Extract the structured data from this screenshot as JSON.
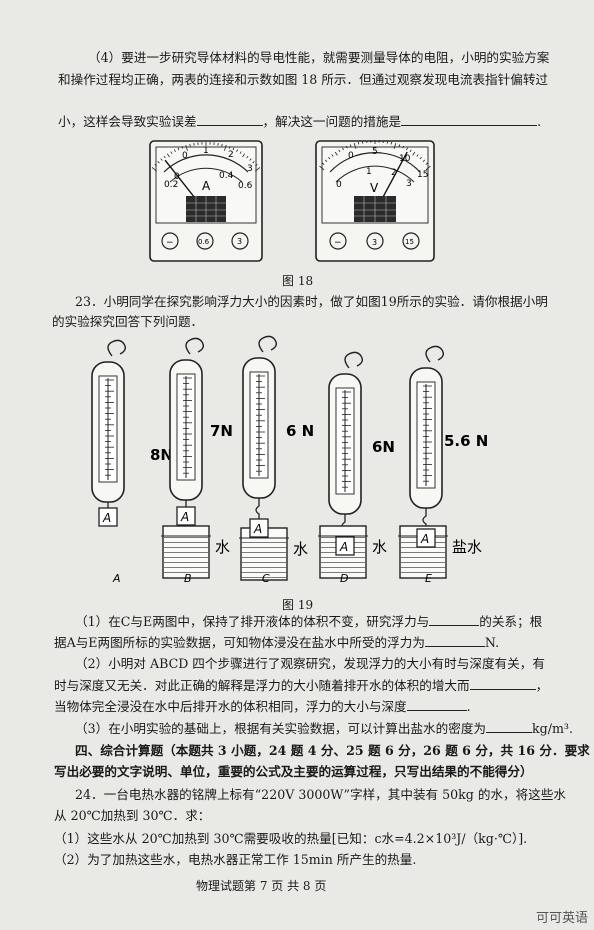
{
  "q22_part4": {
    "line1": "（4）要进一步研究导体材料的导电性能，就需要测量导体的电阻，小明的实验方案",
    "line2": "和操作过程均正确，两表的连接和示数如图 18 所示．但通过观察发现电流表指针偏转过",
    "line3a": "小，这样会导致实验误差",
    "line3b": "，解决这一问题的措施是",
    "line3c": "."
  },
  "fig18": {
    "caption": "图 18",
    "ammeter": {
      "unit": "A",
      "top_scale": [
        "0",
        "1",
        "2",
        "3"
      ],
      "bottom_scale": [
        "0",
        "0.2",
        "0.4",
        "0.6"
      ],
      "terminals": [
        "−",
        "0.6",
        "3"
      ],
      "reading_fraction": 0.12
    },
    "voltmeter": {
      "unit": "V",
      "top_scale": [
        "0",
        "5",
        "10",
        "15"
      ],
      "bottom_scale": [
        "0",
        "1",
        "2",
        "3"
      ],
      "terminals": [
        "−",
        "3",
        "15"
      ],
      "reading_fraction": 0.78
    }
  },
  "q23": {
    "line1": "23．小明同学在探究影响浮力大小的因素时，做了如图19所示的实验．请你根据小明",
    "line2": "的实验探究回答下列问题．"
  },
  "fig19": {
    "caption": "图 19",
    "setups": [
      {
        "letter": "A",
        "reading": "8N",
        "block": "A",
        "liquid": ""
      },
      {
        "letter": "B",
        "reading": "7N",
        "block": "A",
        "liquid": "水"
      },
      {
        "letter": "C",
        "reading": "6 N",
        "block": "A",
        "liquid": "水"
      },
      {
        "letter": "D",
        "reading": "6N",
        "block": "A",
        "liquid": "水"
      },
      {
        "letter": "E",
        "reading": "5.6 N",
        "block": "A",
        "liquid": "盐水"
      }
    ]
  },
  "q23_sub": {
    "s1a": "（1）在C与E两图中，保持了排开液体的体积不变，研究浮力与",
    "s1b": "的关系；根",
    "s1c": "据A与E两图所标的实验数据，可知物体浸没在盐水中所受的浮力为",
    "s1d": "N.",
    "s2a": "（2）小明对 ABCD 四个步骤进行了观察研究，发现浮力的大小有时与深度有关，有",
    "s2b": "时与深度又无关．对此正确的解释是浮力的大小随着排开水的体积的增大而",
    "s2c": "，",
    "s2d": "当物体完全浸没在水中后排开水的体积相同，浮力的大小与深度",
    "s2e": ".",
    "s3a": "（3）在小明实验的基础上，根据有关实验数据，可以计算出盐水的密度为",
    "s3b": "kg/m³."
  },
  "section4": {
    "title": "四、综合计算题（本题共 3 小题，24 题 4 分、25 题 6 分，26 题 6 分，共 16 分．要求",
    "line2": "写出必要的文字说明、单位，重要的公式及主要的运算过程，只写出结果的不能得分）"
  },
  "q24": {
    "line1": "24．一台电热水器的铭牌上标有“220V 3000W”字样，其中装有 50kg 的水，将这些水",
    "line2": "从 20℃加热到 30℃．求：",
    "s1": "（1）这些水从 20℃加热到 30℃需要吸收的热量[已知：c水=4.2×10³J/（kg·℃）].",
    "s2": "（2）为了加热这些水，电热水器正常工作 15min 所产生的热量."
  },
  "footer": "物理试题第 7 页 共 8 页",
  "watermark": "可可英语"
}
